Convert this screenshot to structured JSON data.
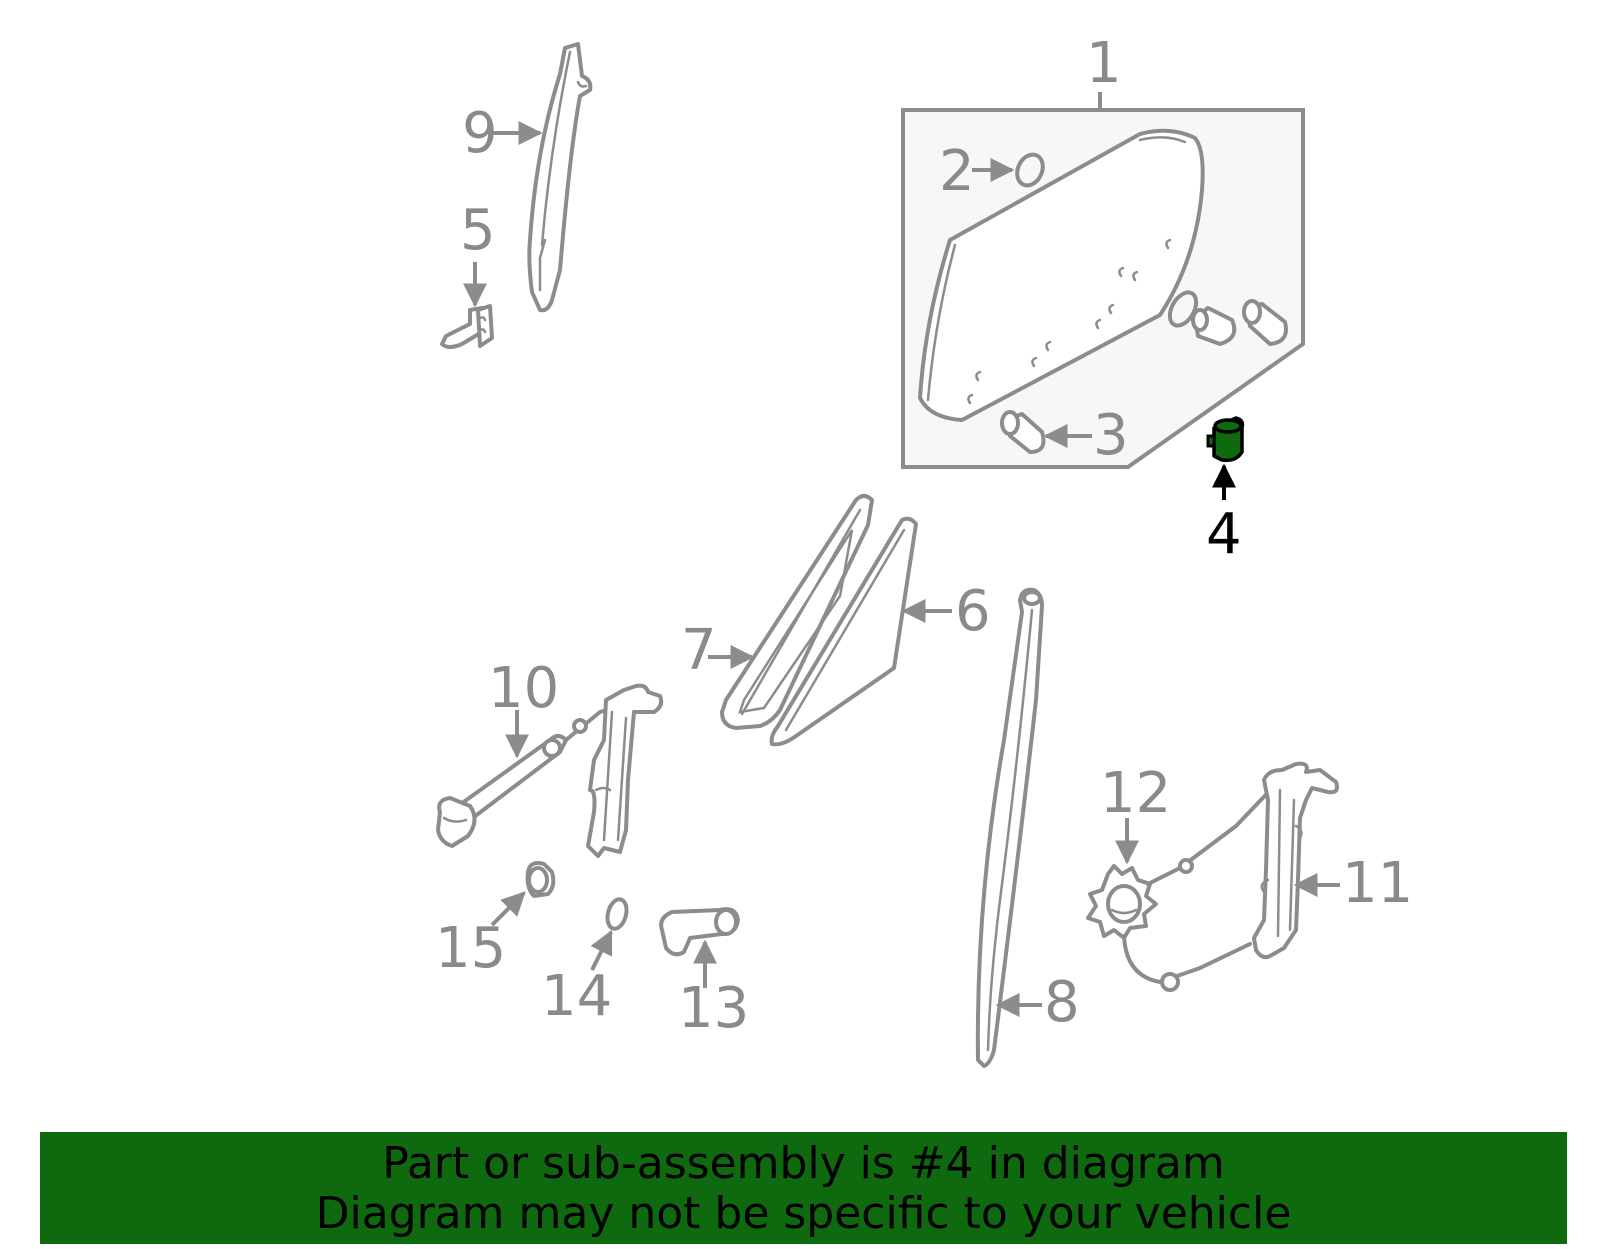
{
  "callouts": {
    "c1": "1",
    "c2": "2",
    "c3": "3",
    "c4": "4",
    "c5": "5",
    "c6": "6",
    "c7": "7",
    "c8": "8",
    "c9": "9",
    "c10": "10",
    "c11": "11",
    "c12": "12",
    "c13": "13",
    "c14": "14",
    "c15": "15"
  },
  "highlight": {
    "part_number": "4",
    "color": "#0f6a0f"
  },
  "banner": {
    "line1": "Part or sub-assembly is #4 in diagram",
    "line2": "Diagram may not be specific to your vehicle",
    "background": "#0f6a0f"
  }
}
